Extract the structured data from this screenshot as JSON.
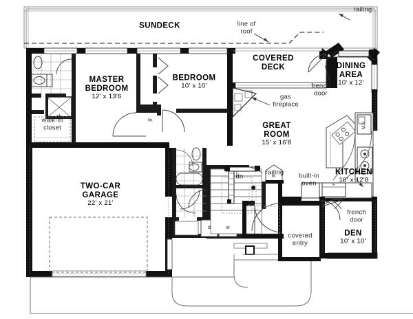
{
  "document": {
    "type": "residential-floor-plan",
    "level": "main-floor",
    "line_color": "#000000",
    "wall_fill": "#1a1a1a",
    "thin_line_color": "#808080",
    "background": "#ffffff"
  },
  "rooms": [
    {
      "id": "sundeck",
      "name": "SUNDECK",
      "dim": ""
    },
    {
      "id": "master-bedroom",
      "name": "MASTER BEDROOM",
      "name_line1": "MASTER",
      "name_line2": "BEDROOM",
      "dim": "12' x 13'6"
    },
    {
      "id": "bedroom",
      "name": "BEDROOM",
      "dim": "10' x 10'"
    },
    {
      "id": "covered-deck",
      "name": "COVERED DECK",
      "name_line1": "COVERED",
      "name_line2": "DECK",
      "dim": ""
    },
    {
      "id": "dining-area",
      "name": "DINING AREA",
      "name_line1": "DINING",
      "name_line2": "AREA",
      "dim": "10' x 12'"
    },
    {
      "id": "great-room",
      "name": "GREAT ROOM",
      "name_line1": "GREAT",
      "name_line2": "ROOM",
      "dim": "15' x 16'8"
    },
    {
      "id": "kitchen",
      "name": "KITCHEN",
      "dim": "10' x 12'8"
    },
    {
      "id": "den",
      "name": "DEN",
      "dim": "10' x 10'"
    },
    {
      "id": "two-car-garage",
      "name": "TWO-CAR GARAGE",
      "name_line1": "TWO-CAR",
      "name_line2": "GARAGE",
      "dim": "22' x 21'"
    }
  ],
  "annotations": [
    {
      "id": "railing-top",
      "text": "railing"
    },
    {
      "id": "line-of-roof",
      "text_line1": "line  of",
      "text_line2": "roof"
    },
    {
      "id": "gas-fireplace",
      "text_line1": "gas",
      "text_line2": "fireplace"
    },
    {
      "id": "french-door-dining",
      "text_line1": "french",
      "text_line2": "door"
    },
    {
      "id": "french-door-den",
      "text_line1": "french",
      "text_line2": "door"
    },
    {
      "id": "walk-in-closet",
      "text_line1": "walk-in",
      "text_line2": "closet"
    },
    {
      "id": "built-in-oven",
      "text_line1": "built-in",
      "text_line2": "oven"
    },
    {
      "id": "covered-entry",
      "text_line1": "covered",
      "text_line2": "entry"
    },
    {
      "id": "railing-stairs",
      "text": "railing"
    },
    {
      "id": "stairs-down",
      "text": "dn"
    }
  ],
  "fixture_labels": [
    {
      "id": "shower",
      "text": "sh"
    },
    {
      "id": "linen-closet",
      "text": "lin."
    },
    {
      "id": "dryer",
      "text": "d"
    },
    {
      "id": "washer",
      "text": "w"
    },
    {
      "id": "broom-closet",
      "text": "br."
    },
    {
      "id": "microwave",
      "text": "M.D"
    },
    {
      "id": "refrigerator",
      "text": "F"
    }
  ]
}
